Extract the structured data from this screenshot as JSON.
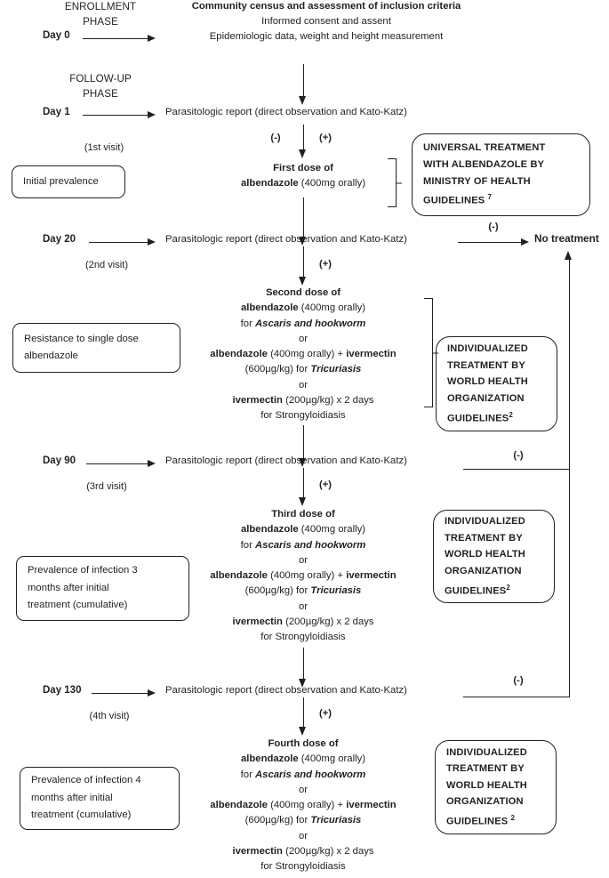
{
  "diagram": {
    "title_block": {
      "line1": "Community census and assessment of inclusion criteria",
      "line2": "Informed consent and assent",
      "line3": "Epidemiologic data, weight and height measurement"
    },
    "phases": {
      "enrollment_line1": "ENROLLMENT",
      "enrollment_line2": "PHASE",
      "followup_line1": "FOLLOW-UP",
      "followup_line2": "PHASE"
    },
    "timepoints": [
      {
        "day": "Day 0",
        "visit": ""
      },
      {
        "day": "Day 1",
        "visit": "(1st visit)"
      },
      {
        "day": "Day 20",
        "visit": "(2nd visit)"
      },
      {
        "day": "Day 90",
        "visit": "(3rd visit)"
      },
      {
        "day": "Day 130",
        "visit": "(4th visit)"
      }
    ],
    "report_label": "Parasitologic report (direct observation and Kato-Katz)",
    "signs": {
      "negative": "(-)",
      "positive": "(+)"
    },
    "no_treatment": "No treatment",
    "doses": {
      "first": {
        "line1": "First dose of",
        "line2_bold": "albendazole",
        "line2_rest": " (400mg orally)"
      },
      "second_title": "Second dose of",
      "third_title": "Third dose of",
      "fourth_title": "Fourth dose of",
      "regimen": {
        "l1_bold": "albendazole",
        "l1_rest": " (400mg orally)",
        "l2_pre": "for ",
        "l2_italic": "Ascaris and hookworm",
        "or": "or",
        "l3_bold_a": "albendazole",
        "l3_mid": " (400mg orally) + ",
        "l3_bold_b": "ivermectin",
        "l4_pre": "(600µg/kg) for ",
        "l4_italic": "Tricuriasis",
        "l5_bold": "ivermectin",
        "l5_rest": " (200µg/kg) x 2 days",
        "l6": "for Strongyloidiasis"
      }
    },
    "left_notes": [
      {
        "lines": [
          "Initial prevalence"
        ]
      },
      {
        "lines": [
          "Resistance to single dose",
          "albendazole"
        ]
      },
      {
        "lines": [
          "Prevalence of infection 3",
          "months after initial",
          "treatment (cumulative)"
        ]
      },
      {
        "lines": [
          "Prevalence of infection 4",
          "months after initial",
          "treatment (cumulative)"
        ]
      }
    ],
    "right_notes": [
      {
        "lines": [
          "UNIVERSAL TREATMENT",
          "WITH ALBENDAZOLE BY",
          "MINISTRY OF HEALTH",
          "GUIDELINES"
        ],
        "superscript": "7"
      },
      {
        "lines": [
          "INDIVIDUALIZED",
          "TREATMENT BY",
          "WORLD HEALTH",
          "ORGANIZATION",
          "GUIDELINES"
        ],
        "superscript": "2"
      },
      {
        "lines": [
          "INDIVIDUALIZED",
          "TREATMENT BY",
          "WORLD HEALTH",
          "ORGANIZATION",
          "GUIDELINES"
        ],
        "superscript": "2"
      },
      {
        "lines": [
          "INDIVIDUALIZED",
          "TREATMENT BY",
          "WORLD HEALTH",
          "ORGANIZATION",
          "GUIDELINES"
        ],
        "superscript": "2"
      }
    ],
    "colors": {
      "ink": "#231f20",
      "background": "#ffffff"
    }
  }
}
